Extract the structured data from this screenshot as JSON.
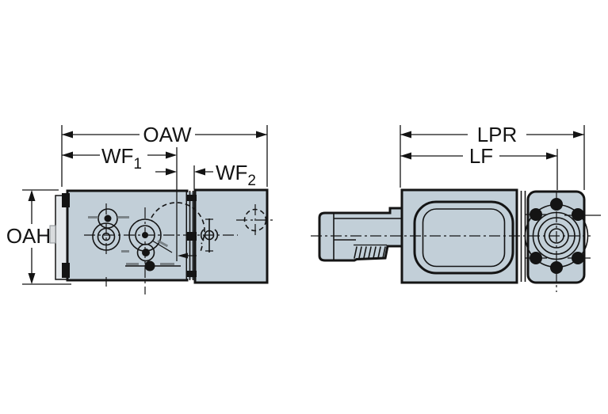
{
  "colors": {
    "background": "#ffffff",
    "line": "#141414",
    "body_fill": "#c2cfd8",
    "shank_face_fill": "#e4e8eb"
  },
  "dimensions": {
    "front_view": {
      "overall_width": "OAW",
      "width_forward_1": {
        "base": "WF",
        "sub": "1"
      },
      "width_forward_2": {
        "base": "WF",
        "sub": "2"
      },
      "overall_height": "OAH"
    },
    "side_view": {
      "protruding_length": "LPR",
      "functional_length": "LF"
    }
  }
}
